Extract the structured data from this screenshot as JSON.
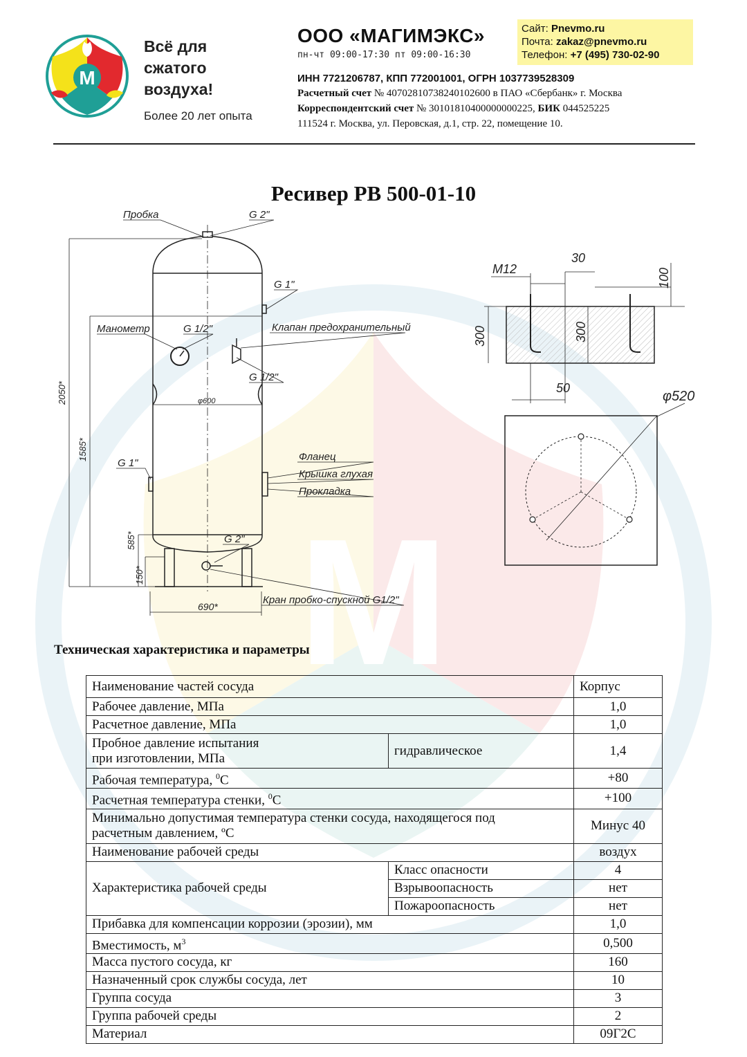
{
  "header": {
    "tagline": [
      "Всё для",
      "сжатого",
      "воздуха!"
    ],
    "experience": "Более 20 лет опыта",
    "logo_letter": "М",
    "company": "ООО «МАГИМЭКС»",
    "hours": "пн-чт 09:00-17:30 пт 09:00-16:30",
    "contacts": {
      "site_label": "Сайт:",
      "site": "Pnevmo.ru",
      "email_label": "Почта:",
      "email": "zakaz@pnevmo.ru",
      "phone_label": "Телефон:",
      "phone": "+7 (495) 730-02-90"
    },
    "requisites": {
      "ids": "ИНН 7721206787, КПП 772001001, ОГРН 1037739528309",
      "account_label": "Расчетный счет",
      "account": "№ 40702810738240102600 в ПАО «Сбербанк» г. Москва",
      "corr_label": "Корреспондентский счет",
      "corr": "№ 30101810400000000225,",
      "bik_label": "БИК",
      "bik": "044525225",
      "address": "111524 г. Москва, ул. Перовская, д.1, стр. 22, помещение 10."
    }
  },
  "title": "Ресивер РВ 500-01-10",
  "drawing": {
    "labels": {
      "plug": "Пробка",
      "g2_top": "G 2\"",
      "g1_top": "G 1\"",
      "manometer": "Манометр",
      "g12_left": "G 1/2\"",
      "valve": "Клапан предохранительный",
      "g12_right": "G 1/2\"",
      "diameter": "φ600",
      "flange": "Фланец",
      "cover": "Крышка глухая",
      "gasket": "Прокладка",
      "g1_left": "G 1\"",
      "g2_bottom": "G 2\"",
      "drain": "Кран пробко-спускной G1/2\"",
      "h2050": "2050*",
      "h1585": "1585*",
      "h585": "585*",
      "h150": "150*",
      "w690": "690*",
      "m12": "M12",
      "d30": "30",
      "d100": "100",
      "d300_left": "300",
      "d300_inner": "300",
      "d50": "50",
      "d520": "φ520"
    }
  },
  "spec": {
    "heading": "Техническая характеристика и параметры",
    "rows": {
      "r0": {
        "label": "Наименование частей сосуда",
        "value": "Корпус"
      },
      "r1": {
        "label": "Рабочее давление, МПа",
        "value": "1,0"
      },
      "r2": {
        "label": "Расчетное давление, МПа",
        "value": "1,0"
      },
      "r3": {
        "label_line1": "Пробное давление испытания",
        "label_line2": "при изготовлении, МПа",
        "mid": "гидравлическое",
        "value": "1,4"
      },
      "r4": {
        "label": "Рабочая температура,",
        "sup": "0",
        "unit": "С",
        "value": "+80"
      },
      "r5": {
        "label": "Расчетная температура стенки,",
        "sup": "0",
        "unit": "С",
        "value": "+100"
      },
      "r6": {
        "label_line1": "Минимально допустимая температура стенки сосуда, находящегося под",
        "label_line2": "расчетным давлением, ºС",
        "value": "Минус 40"
      },
      "r7": {
        "label": "Наименование рабочей среды",
        "value": "воздух"
      },
      "r8": {
        "label": "Характеристика рабочей среды",
        "sub": [
          {
            "name": "Класс опасности",
            "value": "4"
          },
          {
            "name": "Взрывоопасность",
            "value": "нет"
          },
          {
            "name": "Пожароопасность",
            "value": "нет"
          }
        ]
      },
      "r9": {
        "label": "Прибавка для компенсации коррозии (эрозии), мм",
        "value": "1,0"
      },
      "r10": {
        "label": "Вместимость, м",
        "sup": "3",
        "value": "0,500"
      },
      "r11": {
        "label": "Масса пустого сосуда, кг",
        "value": "160"
      },
      "r12": {
        "label": "Назначенный срок службы сосуда, лет",
        "value": "10"
      },
      "r13": {
        "label": "Группа сосуда",
        "value": "3"
      },
      "r14": {
        "label": "Группа рабочей среды",
        "value": "2"
      },
      "r15": {
        "label": "Материал",
        "value": "09Г2С"
      }
    }
  },
  "colors": {
    "logo_yellow": "#f4e21a",
    "logo_red": "#e2292e",
    "logo_teal": "#1f9f96",
    "contact_bg": "#fdf6a3"
  }
}
